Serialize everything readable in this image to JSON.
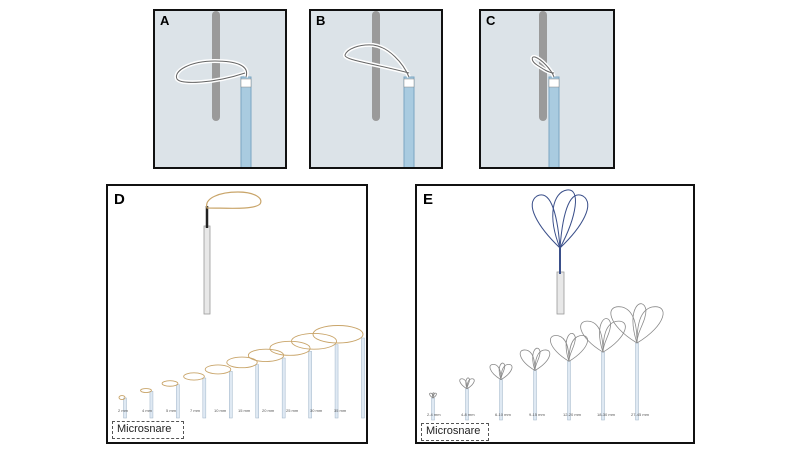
{
  "panels": {
    "a": {
      "letter": "A"
    },
    "b": {
      "letter": "B"
    },
    "c": {
      "letter": "C"
    },
    "d": {
      "letter": "D",
      "sizes": [
        "2 mm",
        "4 mm",
        "5 mm",
        "7 mm",
        "10 mm",
        "15 mm",
        "20 mm",
        "25 mm",
        "30 mm",
        "35 mm"
      ],
      "product_label": "Microsnare"
    },
    "e": {
      "letter": "E",
      "sizes": [
        "2-4 mm",
        "4-8 mm",
        "6-10 mm",
        "9-15 mm",
        "12-20 mm",
        "18-30 mm",
        "27-45 mm"
      ],
      "product_label": "Microsnare"
    }
  },
  "colors": {
    "panel_bg": "#dce3e8",
    "catheter_blue": "#a9cbe0",
    "guidewire_gray": "#9a9a9a",
    "snare_gold": "#c9a56a",
    "snare_blue": "#3a4f8a"
  }
}
